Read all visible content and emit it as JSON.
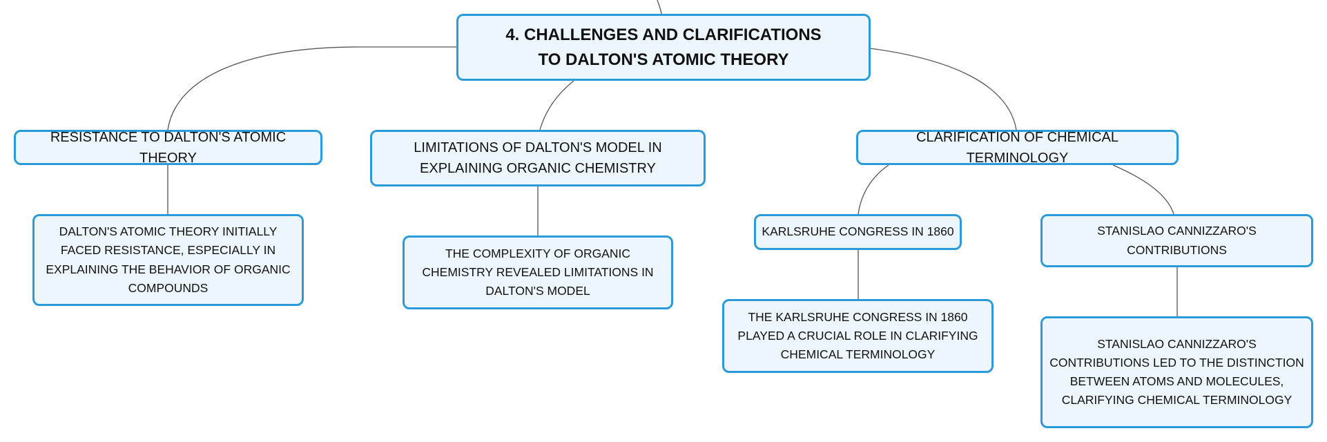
{
  "root": {
    "title": "4. CHALLENGES AND CLARIFICATIONS TO DALTON'S ATOMIC THEORY"
  },
  "branches": [
    {
      "label": "RESISTANCE TO DALTON'S ATOMIC THEORY",
      "children": [
        {
          "label": "DALTON'S ATOMIC THEORY INITIALLY FACED RESISTANCE, ESPECIALLY IN EXPLAINING THE BEHAVIOR OF ORGANIC COMPOUNDS"
        }
      ]
    },
    {
      "label": "LIMITATIONS OF DALTON'S MODEL IN EXPLAINING ORGANIC CHEMISTRY",
      "children": [
        {
          "label": "THE COMPLEXITY OF ORGANIC CHEMISTRY REVEALED LIMITATIONS IN DALTON'S MODEL"
        }
      ]
    },
    {
      "label": "CLARIFICATION OF CHEMICAL TERMINOLOGY",
      "children": [
        {
          "label": "KARLSRUHE CONGRESS IN 1860",
          "children": [
            {
              "label": "THE KARLSRUHE CONGRESS IN 1860 PLAYED A CRUCIAL ROLE IN CLARIFYING CHEMICAL TERMINOLOGY"
            }
          ]
        },
        {
          "label": "STANISLAO CANNIZZARO'S CONTRIBUTIONS",
          "children": [
            {
              "label": "STANISLAO CANNIZZARO'S CONTRIBUTIONS LED TO THE DISTINCTION BETWEEN ATOMS AND MOLECULES, CLARIFYING CHEMICAL TERMINOLOGY"
            }
          ]
        }
      ]
    }
  ],
  "colors": {
    "node_border": "#2a9ad8",
    "node_fill": "#eef6fd",
    "connector": "#555555",
    "text": "#111111"
  }
}
